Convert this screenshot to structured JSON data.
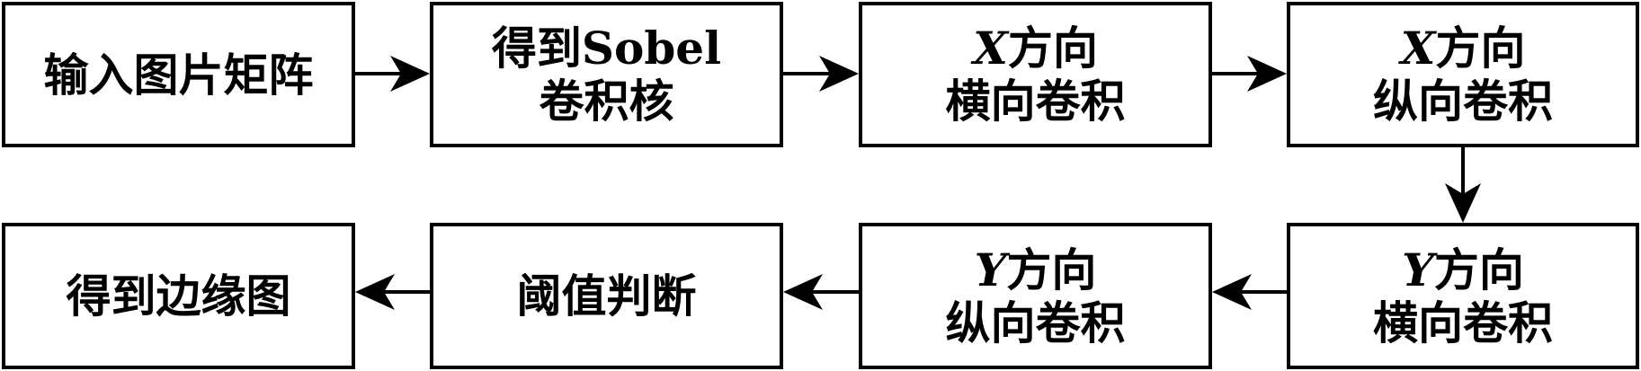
{
  "diagram": {
    "nodes": [
      {
        "id": "input-matrix",
        "lines": [
          {
            "text": "输入图片矩阵"
          }
        ]
      },
      {
        "id": "sobel-kernel",
        "lines": [
          {
            "text": "得到Sobel"
          },
          {
            "text": "卷积核"
          }
        ]
      },
      {
        "id": "x-horizontal-conv",
        "lines": [
          {
            "var": "X",
            "text": "方向"
          },
          {
            "text": "横向卷积"
          }
        ]
      },
      {
        "id": "x-vertical-conv",
        "lines": [
          {
            "var": "X",
            "text": "方向"
          },
          {
            "text": "纵向卷积"
          }
        ]
      },
      {
        "id": "y-horizontal-conv",
        "lines": [
          {
            "var": "Y",
            "text": "方向"
          },
          {
            "text": "横向卷积"
          }
        ]
      },
      {
        "id": "y-vertical-conv",
        "lines": [
          {
            "var": "Y",
            "text": "方向"
          },
          {
            "text": "纵向卷积"
          }
        ]
      },
      {
        "id": "threshold",
        "lines": [
          {
            "text": "阈值判断"
          }
        ]
      },
      {
        "id": "edge-map",
        "lines": [
          {
            "text": "得到边缘图"
          }
        ]
      }
    ],
    "edges": [
      {
        "from": "input-matrix",
        "to": "sobel-kernel"
      },
      {
        "from": "sobel-kernel",
        "to": "x-horizontal-conv"
      },
      {
        "from": "x-horizontal-conv",
        "to": "x-vertical-conv"
      },
      {
        "from": "x-vertical-conv",
        "to": "y-horizontal-conv"
      },
      {
        "from": "y-horizontal-conv",
        "to": "y-vertical-conv"
      },
      {
        "from": "y-vertical-conv",
        "to": "threshold"
      },
      {
        "from": "threshold",
        "to": "edge-map"
      }
    ],
    "colors": {
      "stroke": "#000000",
      "fill": "#ffffff",
      "text": "#000000"
    }
  }
}
